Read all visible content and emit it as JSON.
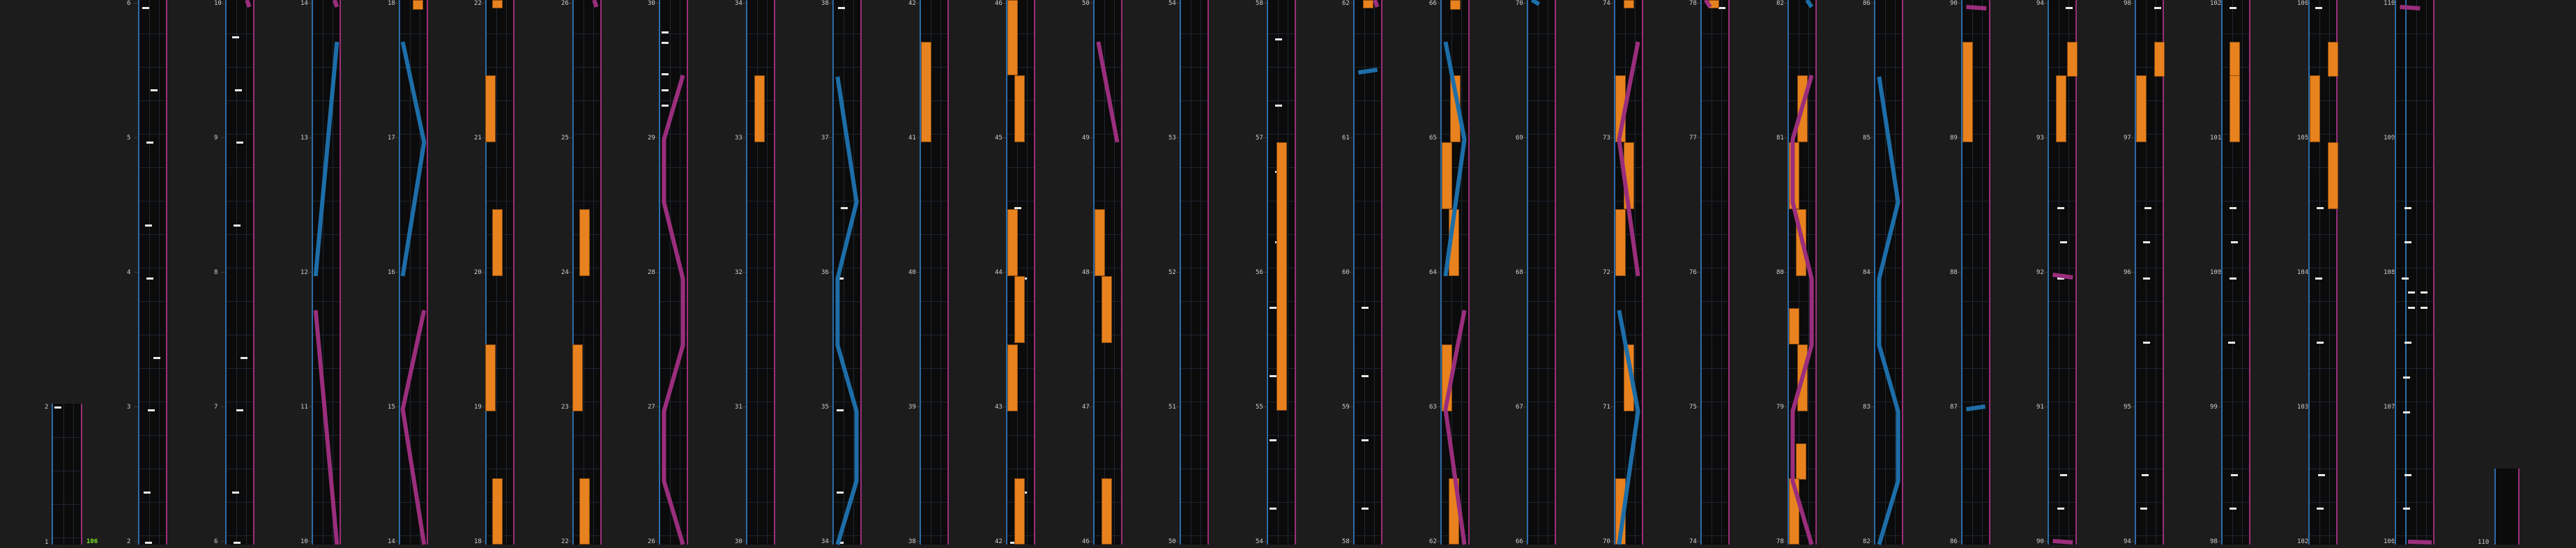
{
  "combo_counter": "106",
  "colors": {
    "background": "#1c1c1c",
    "column_fill": "#0b0b0b",
    "left_edge": "#2c6ca8",
    "right_edge": "#9c2e7a",
    "hold_note": "#e8821e",
    "tap_note": "#e8e8e8",
    "slide_blue": "#1d6ea8",
    "slide_pink": "#9a2e7c",
    "combo": "#7ee02a"
  },
  "icons": {
    "tap": "note-icon",
    "hold": "hold-bar",
    "slide": "slide-line"
  },
  "column_one": {
    "measures": [
      "1",
      "2"
    ]
  },
  "columns": [
    {
      "measures": [
        "2",
        "3",
        "4",
        "5",
        "6"
      ]
    },
    {
      "measures": [
        "6",
        "7",
        "8",
        "9",
        "10"
      ]
    },
    {
      "measures": [
        "10",
        "11",
        "12",
        "13",
        "14"
      ]
    },
    {
      "measures": [
        "14",
        "15",
        "16",
        "17",
        "18"
      ]
    },
    {
      "measures": [
        "18",
        "19",
        "20",
        "21",
        "22"
      ]
    },
    {
      "measures": [
        "22",
        "23",
        "24",
        "25",
        "26"
      ]
    },
    {
      "measures": [
        "26",
        "27",
        "28",
        "29",
        "30"
      ]
    },
    {
      "measures": [
        "30",
        "31",
        "32",
        "33",
        "34"
      ]
    },
    {
      "measures": [
        "34",
        "35",
        "36",
        "37",
        "38"
      ]
    },
    {
      "measures": [
        "38",
        "39",
        "40",
        "41",
        "42"
      ]
    },
    {
      "measures": [
        "42",
        "43",
        "44",
        "45",
        "46"
      ]
    },
    {
      "measures": [
        "46",
        "47",
        "48",
        "49",
        "50"
      ]
    },
    {
      "measures": [
        "50",
        "51",
        "52",
        "53",
        "54"
      ]
    },
    {
      "measures": [
        "54",
        "55",
        "56",
        "57",
        "58"
      ]
    },
    {
      "measures": [
        "58",
        "59",
        "60",
        "61",
        "62"
      ]
    },
    {
      "measures": [
        "62",
        "63",
        "64",
        "65",
        "66"
      ]
    },
    {
      "measures": [
        "66",
        "67",
        "68",
        "69",
        "70"
      ]
    },
    {
      "measures": [
        "70",
        "71",
        "72",
        "73",
        "74"
      ]
    },
    {
      "measures": [
        "74",
        "75",
        "76",
        "77",
        "78"
      ]
    },
    {
      "measures": [
        "78",
        "79",
        "80",
        "81",
        "82"
      ]
    },
    {
      "measures": [
        "82",
        "83",
        "84",
        "85",
        "86"
      ]
    },
    {
      "measures": [
        "86",
        "87",
        "88",
        "89",
        "90"
      ]
    },
    {
      "measures": [
        "90",
        "91",
        "92",
        "93",
        "94"
      ]
    },
    {
      "measures": [
        "94",
        "95",
        "96",
        "97",
        "98"
      ]
    },
    {
      "measures": [
        "98",
        "99",
        "100",
        "101",
        "102"
      ]
    },
    {
      "measures": [
        "102",
        "103",
        "104",
        "105",
        "106"
      ]
    },
    {
      "measures": [
        "106",
        "107",
        "108",
        "109",
        "110"
      ]
    }
  ],
  "column_last": {
    "measures": [
      "110"
    ]
  }
}
